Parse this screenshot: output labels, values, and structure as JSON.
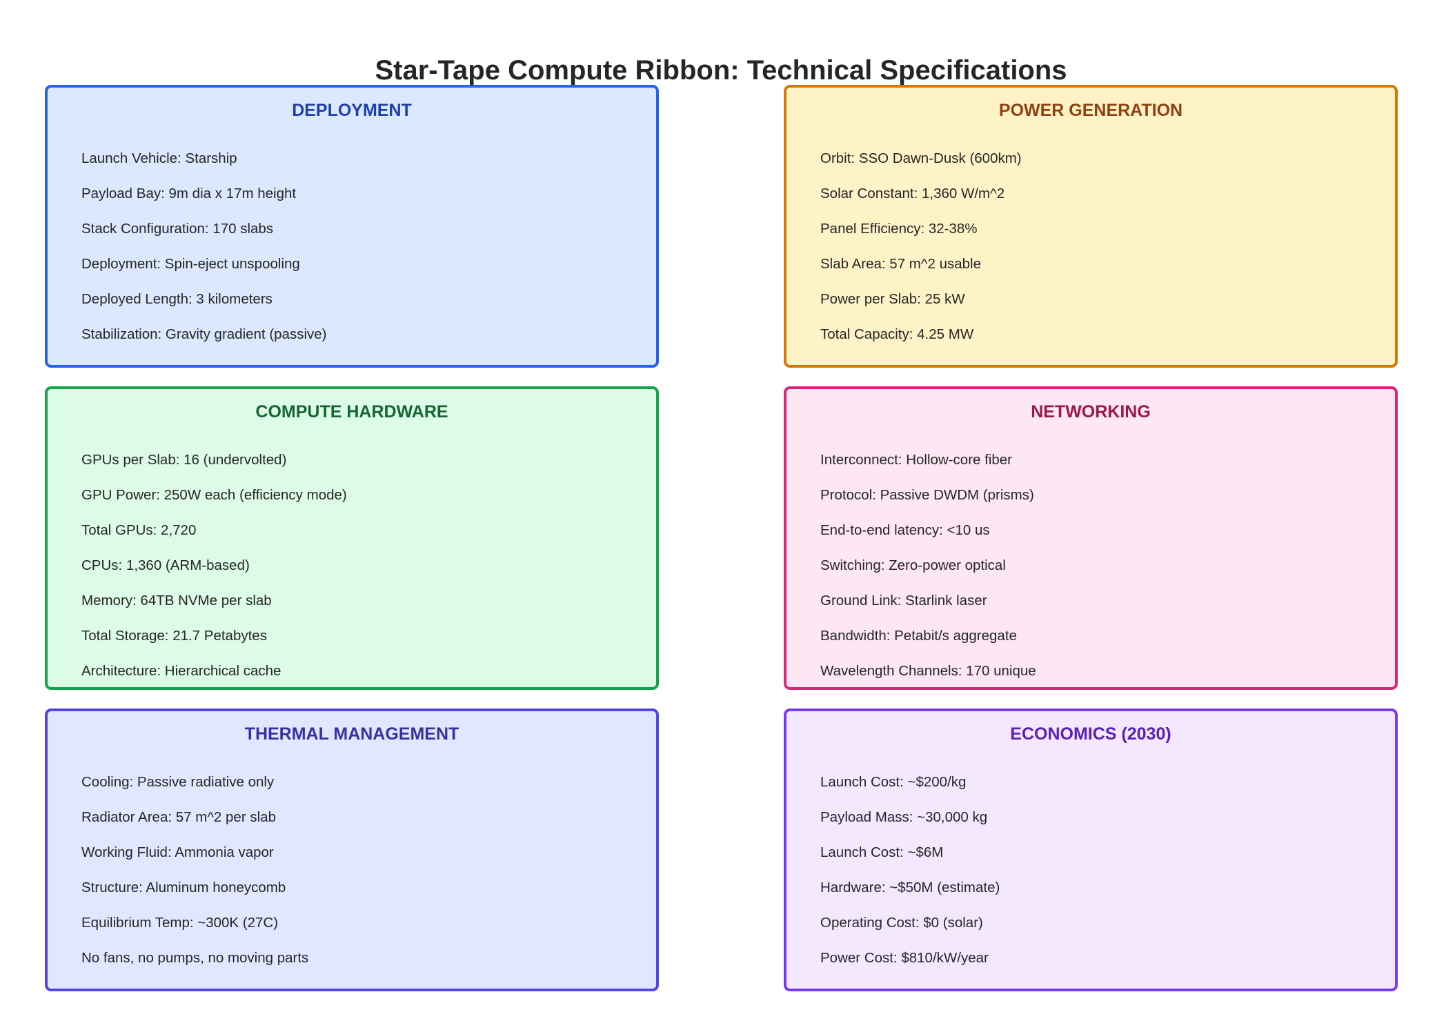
{
  "title": "Star-Tape Compute Ribbon: Technical Specifications",
  "panels": [
    {
      "id": "deployment",
      "title": "DEPLOYMENT",
      "border_color": "#2563eb",
      "bg_color": "#dbe8fe",
      "title_color": "#1e40af",
      "items": [
        "Launch Vehicle: Starship",
        "Payload Bay: 9m dia x 17m height",
        "Stack Configuration: 170 slabs",
        "Deployment: Spin-eject unspooling",
        "Deployed Length: 3 kilometers",
        "Stabilization: Gravity gradient (passive)"
      ]
    },
    {
      "id": "power",
      "title": "POWER GENERATION",
      "border_color": "#d97706",
      "bg_color": "#fef3c7",
      "title_color": "#92400e",
      "items": [
        "Orbit: SSO Dawn-Dusk (600km)",
        "Solar Constant: 1,360 W/m^2",
        "Panel Efficiency: 32-38%",
        "Slab Area: 57 m^2 usable",
        "Power per Slab: 25 kW",
        "Total Capacity: 4.25 MW"
      ]
    },
    {
      "id": "compute",
      "title": "COMPUTE HARDWARE",
      "border_color": "#16a34a",
      "bg_color": "#dcfce7",
      "title_color": "#166534",
      "items": [
        "GPUs per Slab: 16 (undervolted)",
        "GPU Power: 250W each (efficiency mode)",
        "Total GPUs: 2,720",
        "CPUs: 1,360 (ARM-based)",
        "Memory: 64TB NVMe per slab",
        "Total Storage: 21.7 Petabytes",
        "Architecture: Hierarchical cache"
      ]
    },
    {
      "id": "networking",
      "title": "NETWORKING",
      "border_color": "#db2777",
      "bg_color": "#fce7f3",
      "title_color": "#9d174d",
      "items": [
        "Interconnect: Hollow-core fiber",
        "Protocol: Passive DWDM (prisms)",
        "End-to-end latency: <10 us",
        "Switching: Zero-power optical",
        "Ground Link: Starlink laser",
        "Bandwidth: Petabit/s aggregate",
        "Wavelength Channels: 170 unique"
      ]
    },
    {
      "id": "thermal",
      "title": "THERMAL MANAGEMENT",
      "border_color": "#4f46e5",
      "bg_color": "#e0e7ff",
      "title_color": "#3730a3",
      "items": [
        "Cooling: Passive radiative only",
        "Radiator Area: 57 m^2 per slab",
        "Working Fluid: Ammonia vapor",
        "Structure: Aluminum honeycomb",
        "Equilibrium Temp: ~300K (27C)",
        "No fans, no pumps, no moving parts"
      ]
    },
    {
      "id": "economics",
      "title": "ECONOMICS (2030)",
      "border_color": "#7c3aed",
      "bg_color": "#f3e8ff",
      "title_color": "#5b21b6",
      "items": [
        "Launch Cost: ~$200/kg",
        "Payload Mass: ~30,000 kg",
        "Launch Cost: ~$6M",
        "Hardware: ~$50M (estimate)",
        "Operating Cost: $0 (solar)",
        "Power Cost: $810/kW/year"
      ]
    }
  ]
}
